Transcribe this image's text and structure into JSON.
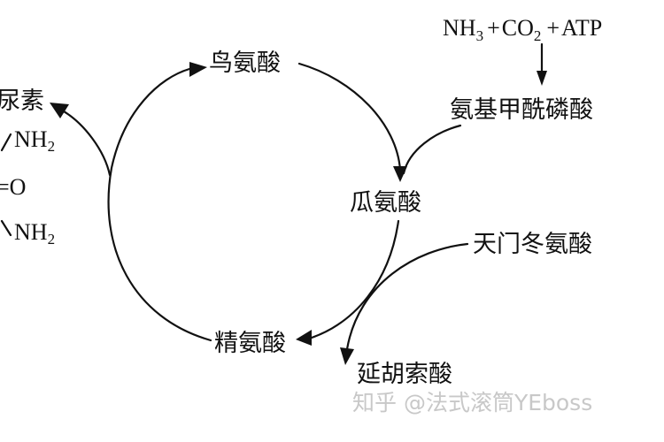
{
  "diagram": {
    "inputs": {
      "nh3": "NH",
      "nh3_sub": "3",
      "plus1": "+",
      "co2": "CO",
      "co2_sub": "2",
      "plus2": "+",
      "atp": "ATP"
    },
    "nodes": {
      "carbamoyl_phosphate": "氨基甲酰磷酸",
      "ornithine": "鸟氨酸",
      "citrulline": "瓜氨酸",
      "aspartate": "天门冬氨酸",
      "argininosuccinate": "延胡索酸",
      "arginine": "精氨酸",
      "urea": "尿素"
    },
    "urea_structure": {
      "top": "NH",
      "top_sub": "2",
      "middle": "=O",
      "bottom": "NH",
      "bottom_sub": "2"
    },
    "watermark": "知乎 @法式滚筒YEboss"
  }
}
